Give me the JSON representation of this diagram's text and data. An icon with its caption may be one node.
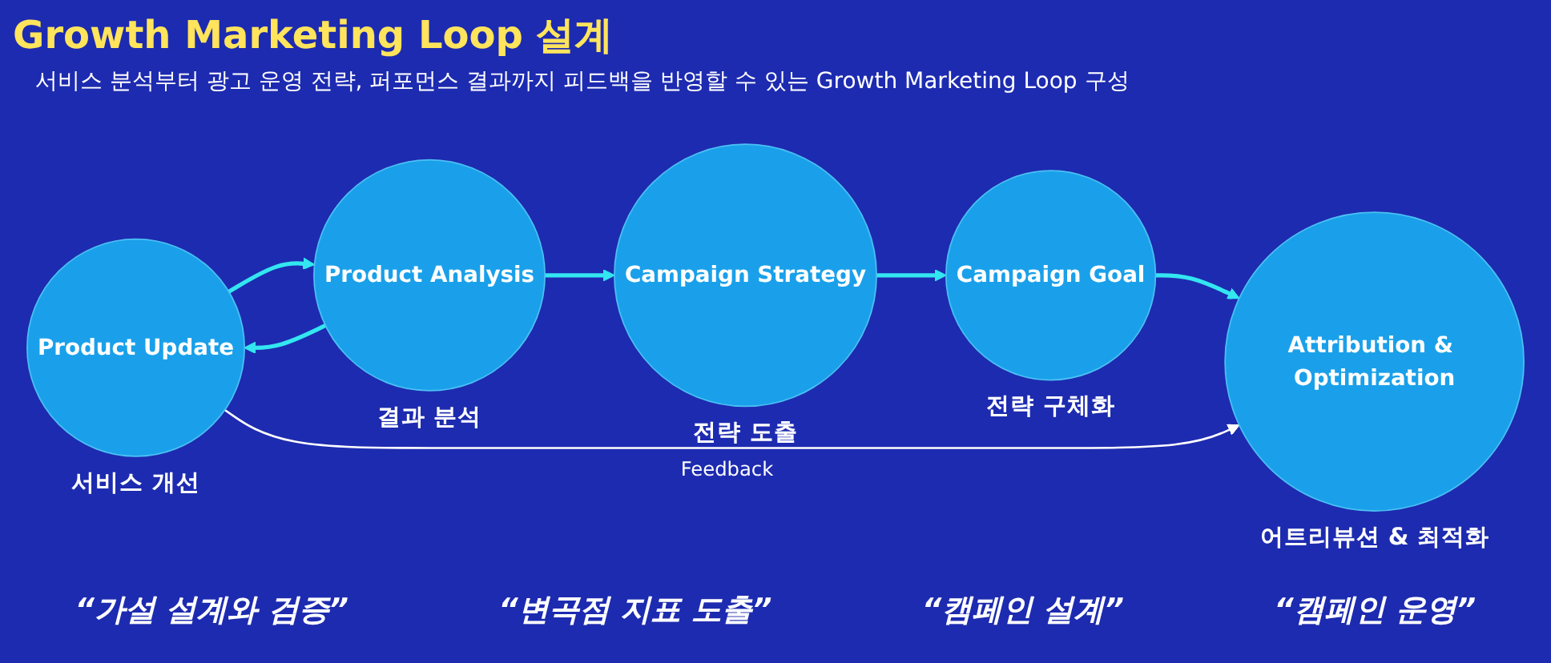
{
  "diagram": {
    "title": "Growth Marketing Loop 설계",
    "nodes": [
      {
        "text": [
          "Product Update"
        ],
        "beside": [
          "서비스 개선"
        ]
      },
      {
        "text": [
          "Product Analysis"
        ],
        "beside": [
          "결과 분석"
        ]
      },
      {
        "text": [
          "Campaign Strategy"
        ],
        "beside": [
          "전략 도출"
        ]
      },
      {
        "text": [
          "Campaign Goal"
        ],
        "beside": [
          "전략 구체화"
        ]
      },
      {
        "text": [
          "Attribution & Optimization"
        ],
        "beside": [
          "어트리뷰션 & 최적화"
        ]
      }
    ],
    "edges": [
      {
        "from": 0,
        "to": 1,
        "arrow": "to"
      },
      {
        "from": 1,
        "to": 0,
        "arrow": "to"
      },
      {
        "from": 1,
        "to": 2,
        "arrow": "to"
      },
      {
        "from": 2,
        "to": 3,
        "arrow": "to"
      },
      {
        "from": 3,
        "to": 4,
        "arrow": "to"
      },
      {
        "from": 0,
        "to": 4,
        "arrow": "to",
        "label": "Feedback",
        "color": "#ffffff"
      }
    ],
    "labels": [
      "서비스 분석부터 광고 운영 전략, 퍼포먼스 결과까지 피드백을 반영할 수 있는 Growth Marketing Loop 구성",
      "“가설 설계와 검증”",
      "“변곡점 지표 도출”",
      "“캠페인 설계”",
      "“캠페인 운영”"
    ]
  }
}
